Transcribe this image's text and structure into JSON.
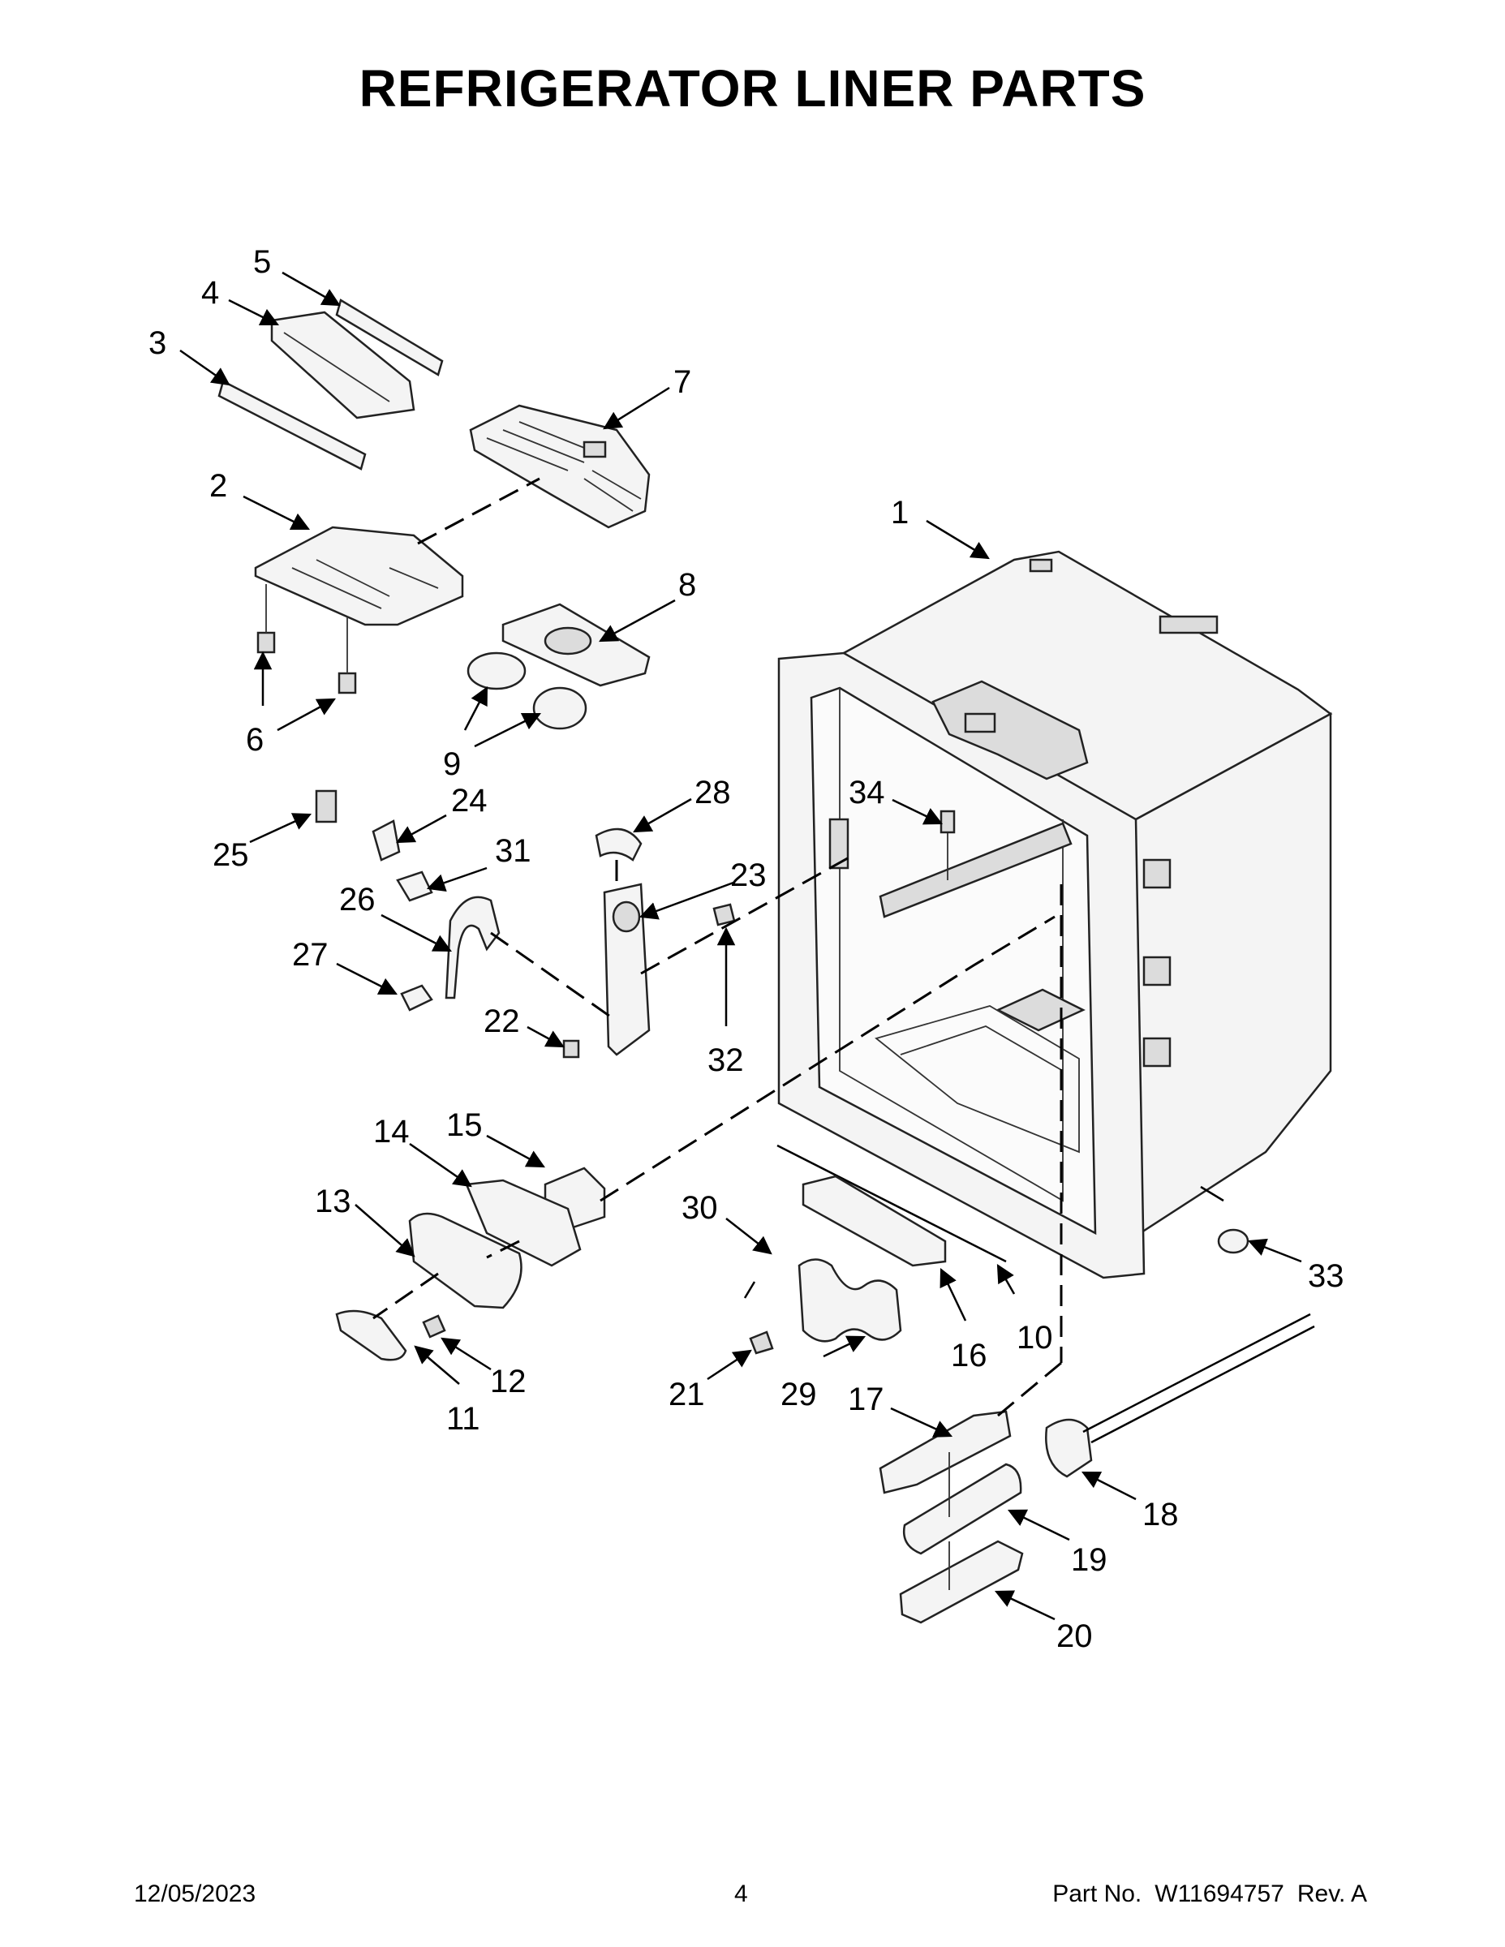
{
  "title": "REFRIGERATOR LINER PARTS",
  "callouts": [
    "1",
    "2",
    "3",
    "4",
    "5",
    "6",
    "7",
    "8",
    "9",
    "10",
    "11",
    "12",
    "13",
    "14",
    "15",
    "16",
    "17",
    "18",
    "19",
    "20",
    "21",
    "22",
    "23",
    "24",
    "25",
    "26",
    "27",
    "28",
    "29",
    "30",
    "31",
    "32",
    "33",
    "34"
  ],
  "footer": {
    "date": "12/05/2023",
    "page": "4",
    "part_label": "Part No.",
    "part_number": "W11694757",
    "rev": "Rev. A"
  }
}
